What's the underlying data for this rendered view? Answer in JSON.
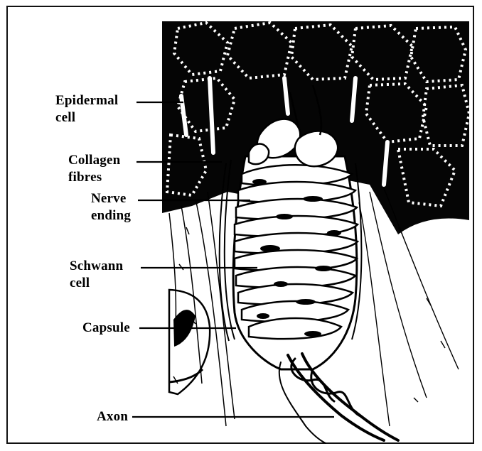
{
  "figure": {
    "labels": [
      {
        "id": "epidermal",
        "line1": "Epidermal",
        "line2": "cell"
      },
      {
        "id": "collagen",
        "line1": "Collagen",
        "line2": "fibres"
      },
      {
        "id": "nerve",
        "line1": "Nerve",
        "line2": "ending"
      },
      {
        "id": "schwann",
        "line1": "Schwann",
        "line2": "cell"
      },
      {
        "id": "capsule",
        "line1": "Capsule",
        "line2": ""
      },
      {
        "id": "axon",
        "line1": "Axon",
        "line2": ""
      }
    ]
  },
  "colors": {
    "ink": "#000000",
    "paper": "#ffffff",
    "frame": "#111111"
  }
}
